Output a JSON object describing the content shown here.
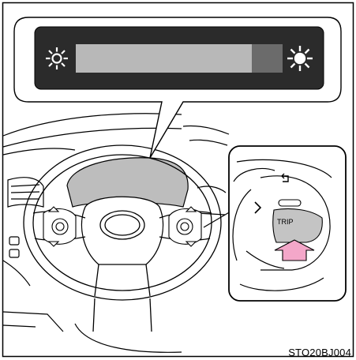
{
  "figure": {
    "code": "STO20BJ004"
  },
  "display_panel": {
    "left_icon": "sun-icon",
    "right_icon": "sun-icon",
    "brightness_level": 0.85
  },
  "zoom_inset": {
    "button_label": "TRIP",
    "back_icon": "return-arrow-icon",
    "right_icon": "chevron-right-icon",
    "press_indicator": "pink-up-arrow",
    "press_color": "#f4a7c9"
  }
}
